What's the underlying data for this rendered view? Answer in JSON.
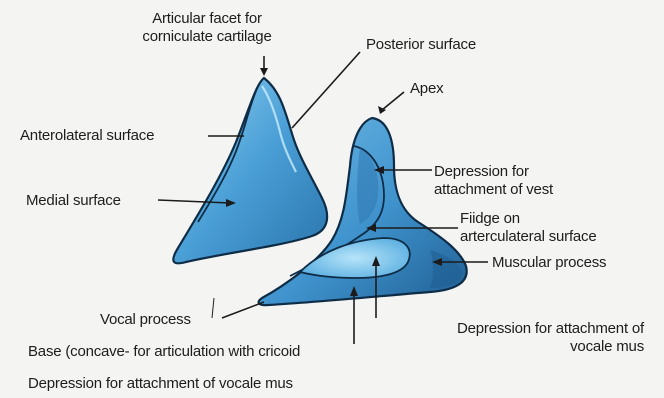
{
  "labels": {
    "articular_facet": "Articular facet for\ncorniculate cartilage",
    "posterior_surface": "Posterior surface",
    "apex": "Apex",
    "anterolateral_surface": "Anterolateral surface",
    "medial_surface": "Medial surface",
    "depression_vest": "Depression for\nattachment of vest",
    "ridge_arcuate": "Fiidge on\narterculateral surface",
    "muscular_process": "Muscular process",
    "vocal_process": "Vocal process",
    "depression_vocalis": "Depression for attachment of\nvocale mus",
    "base": "Base (concave- for articulation with cricoid",
    "bottom_note": "Depression for attachment of vocale mus"
  },
  "colors": {
    "cartilage_fill": "#4a9fd6",
    "cartilage_light": "#8fd0f2",
    "cartilage_dark": "#1f5f93",
    "outline": "#0e2c46",
    "line": "#1b1b1b",
    "background": "#f4f4f2"
  }
}
